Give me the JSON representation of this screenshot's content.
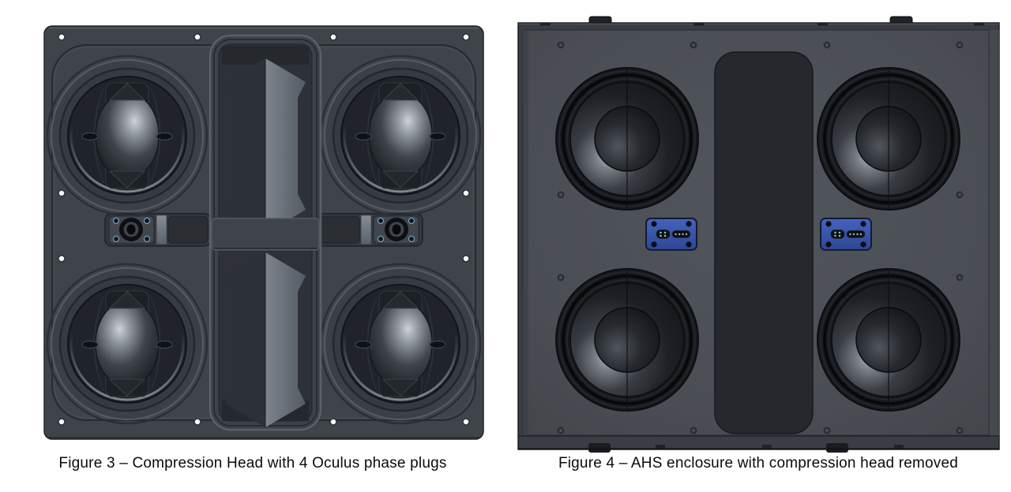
{
  "page": {
    "background_color": "#ffffff",
    "kind": "document-figures"
  },
  "figures": [
    {
      "id": "figure-3",
      "caption": "Figure 3 – Compression Head with 4 Oculus phase plugs",
      "subject": "compression-head-front-view",
      "visible_parts": {
        "compression_drivers": 4,
        "oculus_phase_plugs": 4,
        "mounting_screw_holes": 12,
        "throat_ports": 2,
        "center_diffraction_channel": 1
      },
      "colors": {
        "panel": "#3f444b",
        "driver_cup": "#20242a",
        "dome_highlight": "#cdd2d7",
        "channel_face_light": "#7e848c",
        "channel_face_dark": "#2c3137",
        "screw_hole": "#f7f9fa"
      }
    },
    {
      "id": "figure-4",
      "caption": "Figure 4 – AHS enclosure with compression head removed",
      "subject": "ahs-enclosure-front-view",
      "visible_parts": {
        "woofers": 4,
        "blue_connector_plates": 2,
        "baffle_screw_holes": 12,
        "center_mounting_slot": 1,
        "rigging_tabs": 2
      },
      "colors": {
        "baffle": "#4b5056",
        "woofer_black": "#17191d",
        "cone_highlight": "#b2b7bd",
        "slot": "#25282d",
        "connector_plate_blue": "#3a55ad"
      }
    }
  ]
}
